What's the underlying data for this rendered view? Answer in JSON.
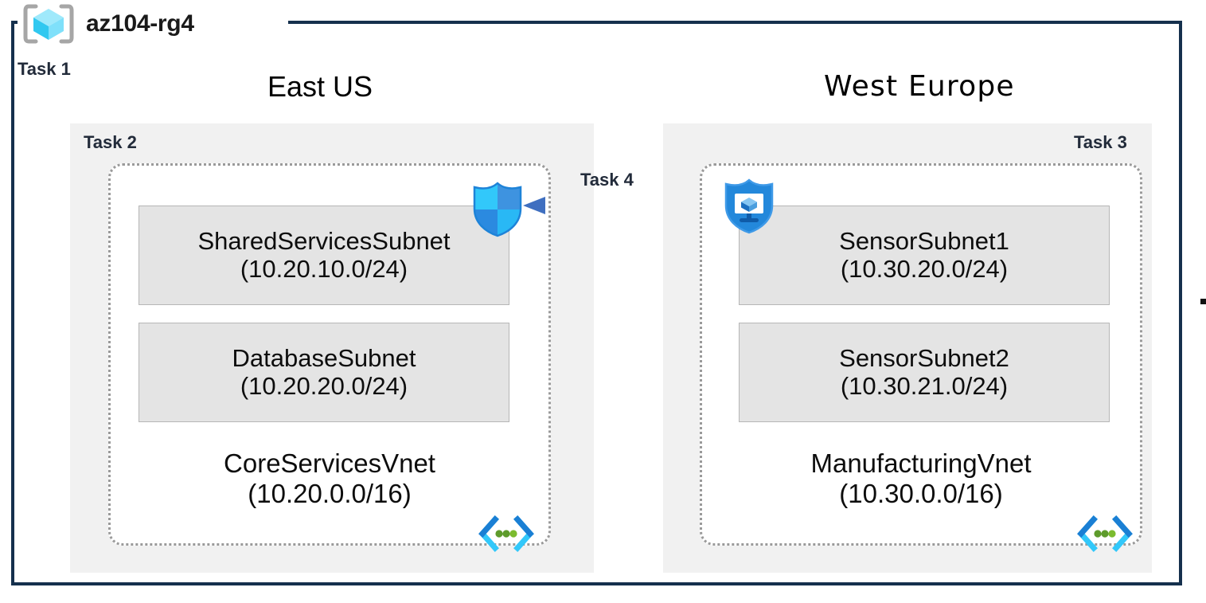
{
  "resource_group": {
    "name": "az104-rg4",
    "icon": "resource-group-cube-icon",
    "border_color": "#15304d"
  },
  "tasks": {
    "task1": "Task 1",
    "task2": "Task 2",
    "task3": "Task 3",
    "task4": "Task 4"
  },
  "regions": [
    {
      "key": "eastus",
      "title": "East US",
      "panel_color": "#f1f1f1",
      "vnet": {
        "name": "CoreServicesVnet",
        "cidr": "(10.20.0.0/16)",
        "icon": "vnet-brackets-icon",
        "subnets": [
          {
            "name": "SharedServicesSubnet",
            "cidr": "(10.20.10.0/24)"
          },
          {
            "name": "DatabaseSubnet",
            "cidr": "(10.20.20.0/24)"
          }
        ]
      },
      "service_icon": "azure-firewall-shield-icon"
    },
    {
      "key": "westeurope",
      "title": "West Europe",
      "panel_color": "#f1f1f1",
      "vnet": {
        "name": "ManufacturingVnet",
        "cidr": "(10.30.0.0/16)",
        "icon": "vnet-brackets-icon",
        "subnets": [
          {
            "name": "SensorSubnet1",
            "cidr": "(10.30.20.0/24)"
          },
          {
            "name": "SensorSubnet2",
            "cidr": "(10.30.21.0/24)"
          }
        ]
      },
      "service_icon": "azure-bastion-shield-icon"
    }
  ],
  "connection": {
    "label": "Task 4",
    "type": "vnet-peering-arrow",
    "direction": "right-to-left",
    "color": "#4472c4"
  },
  "colors": {
    "frame": "#15304d",
    "panel": "#f1f1f1",
    "subnet_fill": "#e4e4e4",
    "subnet_border": "#b6b6b6",
    "vnet_border": "#9a9a9a",
    "task_label": "#222b3a",
    "azure_blue": "#0078d4",
    "azure_cyan": "#32c8fa",
    "vnet_green": "#5e9b2c"
  }
}
